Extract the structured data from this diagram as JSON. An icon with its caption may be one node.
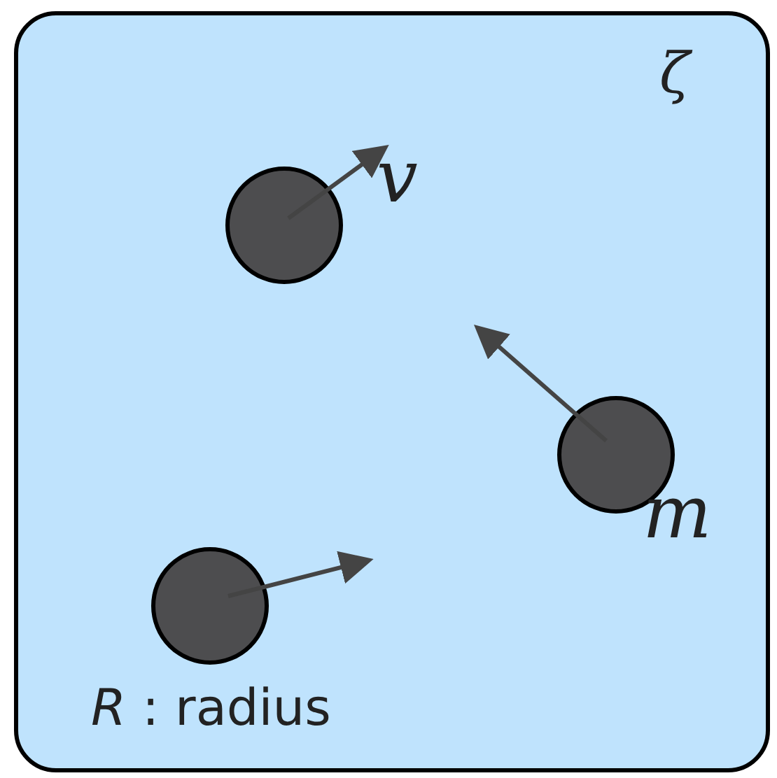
{
  "diagram": {
    "nodes": [
      {
        "text": [
          "ζ"
        ]
      },
      {
        "text": [],
        "shape": "circle",
        "in": 0,
        "beside": [
          "v"
        ]
      },
      {
        "text": [],
        "shape": "circle",
        "in": 0,
        "beside": [
          "m"
        ]
      },
      {
        "text": [],
        "shape": "circle",
        "in": 0
      }
    ],
    "labels": [
      "*R* : radius"
    ]
  }
}
